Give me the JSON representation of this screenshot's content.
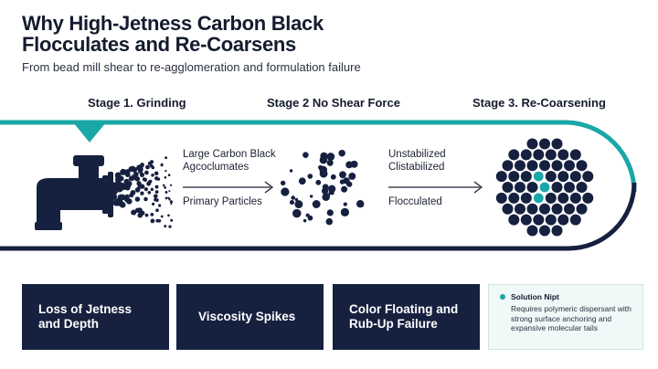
{
  "title": "Why High-Jetness Carbon Black Flocculates and Re-Coarsens",
  "subtitle": "From bead mill shear to re-agglomeration and formulation failure",
  "stages": [
    {
      "label": "Stage 1. Grinding"
    },
    {
      "label": "Stage 2 No Shear Force"
    },
    {
      "label": "Stage 3. Re-Coarsening"
    }
  ],
  "stage1_labels": {
    "top_line1": "Large Carbon Black",
    "top_line2": "Agcoclumates",
    "bottom": "Primary Particles"
  },
  "stage2_labels": {
    "top_line1": "Unstabilized",
    "top_line2": "Clistabilized",
    "bottom": "Flocculated"
  },
  "cards": [
    {
      "line1": "Loss of Jetness",
      "line2": "and Depth"
    },
    {
      "line1": "Viscosity Spikes",
      "line2": ""
    },
    {
      "line1": "Color Floating and",
      "line2": "Rub-Up Failure"
    }
  ],
  "solution": {
    "title": "Solution Nipt",
    "text": "Requires polymeric dispersant with strong surface anchoring and expansive molecular tails"
  },
  "colors": {
    "accent": "#1aa7a7",
    "navy": "#16203f"
  },
  "icons": [
    "bead-mill-icon",
    "arrow-right-icon"
  ]
}
